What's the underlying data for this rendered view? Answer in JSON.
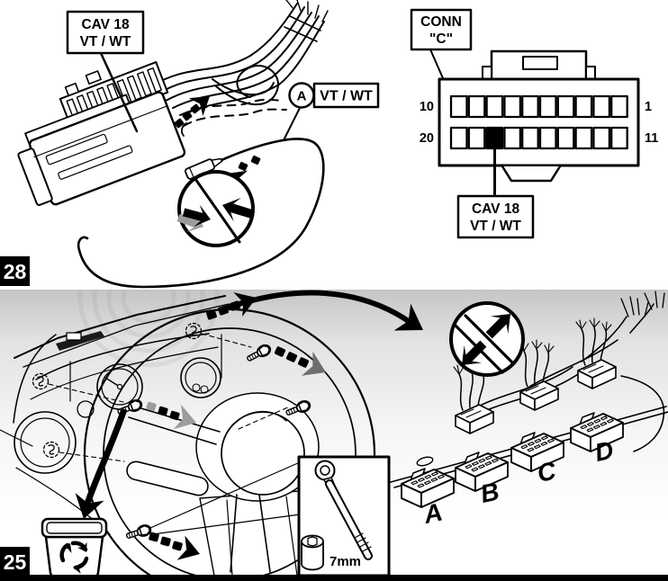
{
  "top": {
    "step": "28",
    "harness_label": {
      "l1": "CAV 18",
      "l2": "VT / WT"
    },
    "wire_tag": {
      "letter": "A",
      "label": "VT / WT"
    },
    "pinout": {
      "title_l1": "CONN",
      "title_l2": "\"C\"",
      "row1_left": "10",
      "row1_right": "1",
      "row2_left": "20",
      "row2_right": "11",
      "highlighted_pin": "18",
      "cav_label": {
        "l1": "CAV 18",
        "l2": "VT / WT"
      }
    }
  },
  "bottom": {
    "step": "25",
    "tool_label": "7mm",
    "connectors": [
      "A",
      "B",
      "C",
      "D"
    ]
  },
  "icons": {
    "connect": "arrows-toward-splice-icon",
    "disconnect": "arrows-apart-icon",
    "recycle": "recycle-arrows-icon",
    "ratchet": "ratchet-wrench-icon",
    "socket": "socket-7mm-icon",
    "screw": "hex-screw-icon",
    "screw_hole": "screw-hole-icon",
    "discard": "discard-to-bin-arrow-icon"
  },
  "colors": {
    "ink": "#000000",
    "paper": "#ffffff",
    "gray_arrow": "#9c9c9c",
    "band_top": "#c5c5c5",
    "bottom_bar": "#000000"
  }
}
